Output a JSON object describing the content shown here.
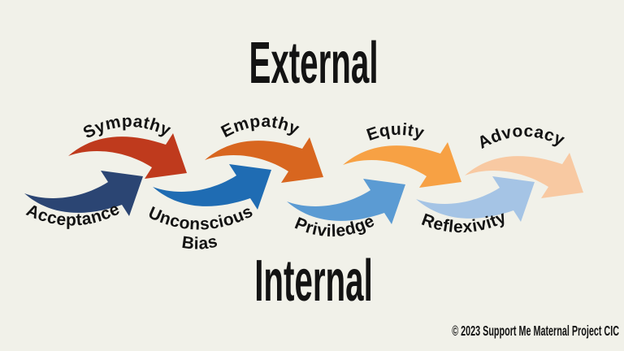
{
  "colors": {
    "background": "#f1f1e9",
    "ink": "#131313"
  },
  "titles": {
    "top": "External",
    "bottom": "Internal"
  },
  "footer": {
    "copyright": "© 2023 Support Me Maternal Project CIC"
  },
  "stages": [
    {
      "label": "Acceptance",
      "axis": "internal",
      "color": "#2b4573"
    },
    {
      "label": "Sympathy",
      "axis": "external",
      "color": "#bf3a1d"
    },
    {
      "label": "Unconscious Bias",
      "line1": "Unconscious",
      "line2": "Bias",
      "axis": "internal",
      "color": "#1f6cb3"
    },
    {
      "label": "Empathy",
      "axis": "external",
      "color": "#d8661f"
    },
    {
      "label": "Priviledge",
      "axis": "internal",
      "color": "#5b9bd3"
    },
    {
      "label": "Equity",
      "axis": "external",
      "color": "#f7a144"
    },
    {
      "label": "Reflexivity",
      "axis": "internal",
      "color": "#a5c4e5"
    },
    {
      "label": "Advocacy",
      "axis": "external",
      "color": "#f8c9a2"
    }
  ]
}
